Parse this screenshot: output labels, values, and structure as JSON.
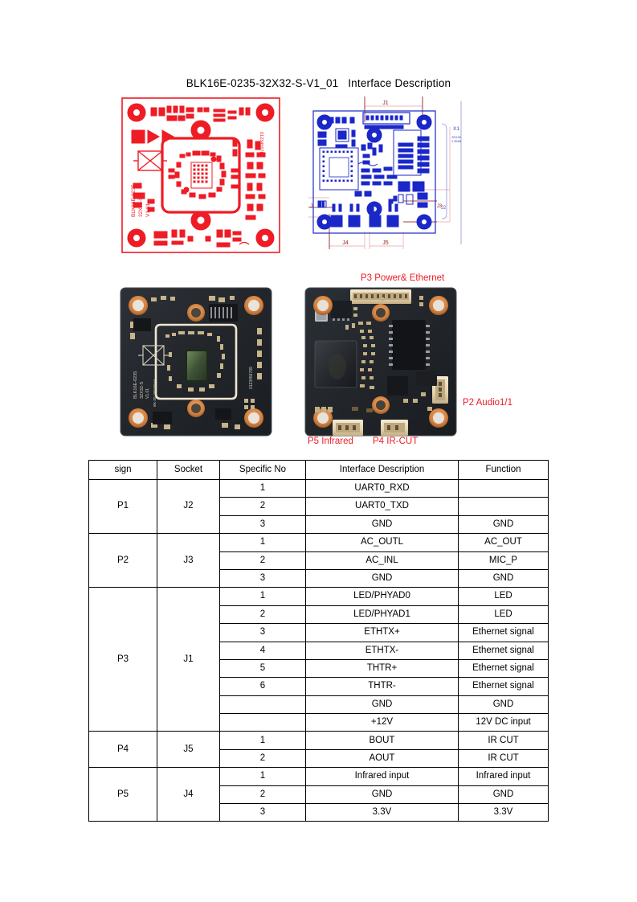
{
  "document": {
    "title": "BLK16E-0235-32X32-S-V1_01   Interface Description",
    "board_silkscreen": "BLK16E-0235-32X32-S V1.01"
  },
  "schematics": {
    "red_layout": {
      "name": "pcb-top-layer-outline",
      "silkscreen_vertical": "BLK16E-0235-32X32-S",
      "silkscreen_version": "V1.01",
      "color": "#ee1c25"
    },
    "blue_layout": {
      "name": "pcb-bottom-layer-outline",
      "color": "#1a27c9",
      "dimension_color": "#e8a0a0",
      "connector_labels": [
        "J1",
        "J2",
        "J3",
        "J4",
        "J5"
      ],
      "reference_label": "X1"
    }
  },
  "photos": {
    "front": {
      "name": "pcb-front-photo",
      "caption": ""
    },
    "back": {
      "name": "pcb-back-photo",
      "caption": ""
    }
  },
  "callouts": {
    "color": "#ee1c25",
    "p3": "P3 Power& Ethernet",
    "p2": "P2 Audio1/1",
    "p5": "P5 Infrared",
    "p4": "P4 IR-CUT"
  },
  "table": {
    "headers": [
      "sign",
      "Socket",
      "Specific No",
      "Interface Description",
      "Function"
    ],
    "groups": [
      {
        "sign": "P1",
        "socket": "J2",
        "rows": [
          {
            "no": "1",
            "desc": "UART0_RXD",
            "func": ""
          },
          {
            "no": "2",
            "desc": "UART0_TXD",
            "func": ""
          },
          {
            "no": "3",
            "desc": "GND",
            "func": "GND"
          }
        ]
      },
      {
        "sign": "P2",
        "socket": "J3",
        "rows": [
          {
            "no": "1",
            "desc": "AC_OUTL",
            "func": "AC_OUT"
          },
          {
            "no": "2",
            "desc": "AC_INL",
            "func": "MIC_P"
          },
          {
            "no": "3",
            "desc": "GND",
            "func": "GND"
          }
        ]
      },
      {
        "sign": "P3",
        "socket": "J1",
        "rows": [
          {
            "no": "1",
            "desc": "LED/PHYAD0",
            "func": "LED"
          },
          {
            "no": "2",
            "desc": "LED/PHYAD1",
            "func": "LED"
          },
          {
            "no": "3",
            "desc": "ETHTX+",
            "func": "Ethernet signal"
          },
          {
            "no": "4",
            "desc": "ETHTX-",
            "func": "Ethernet signal"
          },
          {
            "no": "5",
            "desc": "THTR+",
            "func": "Ethernet signal"
          },
          {
            "no": "6",
            "desc": "THTR-",
            "func": "Ethernet signal"
          },
          {
            "no": "",
            "desc": "GND",
            "func": "GND"
          },
          {
            "no": "",
            "desc": "+12V",
            "func": "12V DC input"
          }
        ]
      },
      {
        "sign": "P4",
        "socket": "J5",
        "rows": [
          {
            "no": "1",
            "desc": "BOUT",
            "func": "IR CUT"
          },
          {
            "no": "2",
            "desc": "AOUT",
            "func": "IR CUT"
          }
        ]
      },
      {
        "sign": "P5",
        "socket": "J4",
        "rows": [
          {
            "no": "1",
            "desc": "Infrared input",
            "func": "Infrared input"
          },
          {
            "no": "2",
            "desc": "GND",
            "func": "GND"
          },
          {
            "no": "3",
            "desc": "3.3V",
            "func": "3.3V"
          }
        ]
      }
    ]
  }
}
